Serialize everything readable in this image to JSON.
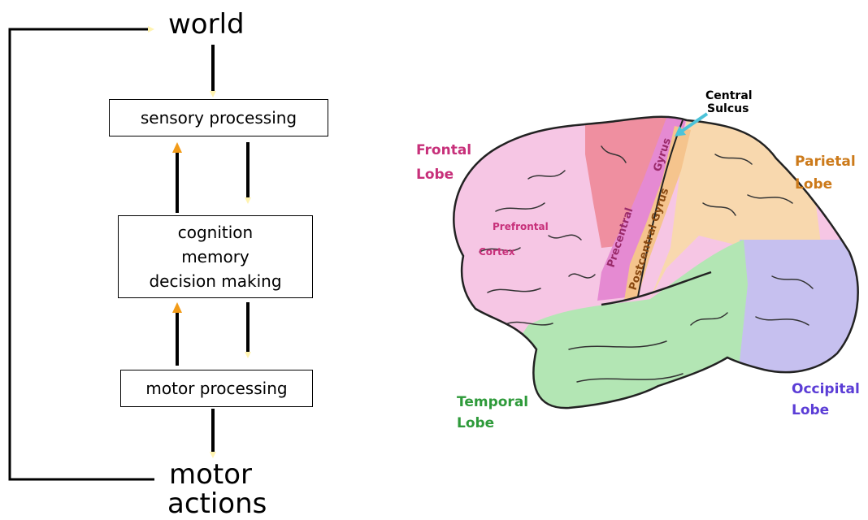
{
  "flow": {
    "top_label": "world",
    "bottom_label_line1": "motor",
    "bottom_label_line2": "actions",
    "box_sensory": "sensory processing",
    "box_cognition_lines": [
      "cognition",
      "memory",
      "decision making"
    ],
    "box_motor": "motor processing"
  },
  "brain": {
    "central_sulcus": [
      "Central",
      "Sulcus"
    ],
    "frontal_lobe": [
      "Frontal",
      "Lobe"
    ],
    "parietal_lobe": [
      "Parietal",
      "Lobe"
    ],
    "temporal_lobe": [
      "Temporal",
      "Lobe"
    ],
    "occipital_lobe": [
      "Occipital",
      "Lobe"
    ],
    "prefrontal_cortex": [
      "Prefrontal",
      "Cortex"
    ],
    "precentral_gyrus": [
      "Precentral",
      "Gyrus"
    ],
    "postcentral_gyrus": "Postcentral Gyrus"
  },
  "colors": {
    "frontal": "#f6c6e4",
    "precentral": "#ef8fa0",
    "motor_strip": "#e58ad2",
    "parietal": "#f8d8ae",
    "postcentral": "#f5c48d",
    "temporal": "#b3e6b4",
    "occipital": "#c6c0ef",
    "label_magenta": "#c7307a",
    "label_orange": "#cc7a1a",
    "label_green": "#2e9a3a",
    "label_purple": "#5b3dd6",
    "arrow_up": "#f29b18",
    "arrow_down": "#fff3b0"
  }
}
